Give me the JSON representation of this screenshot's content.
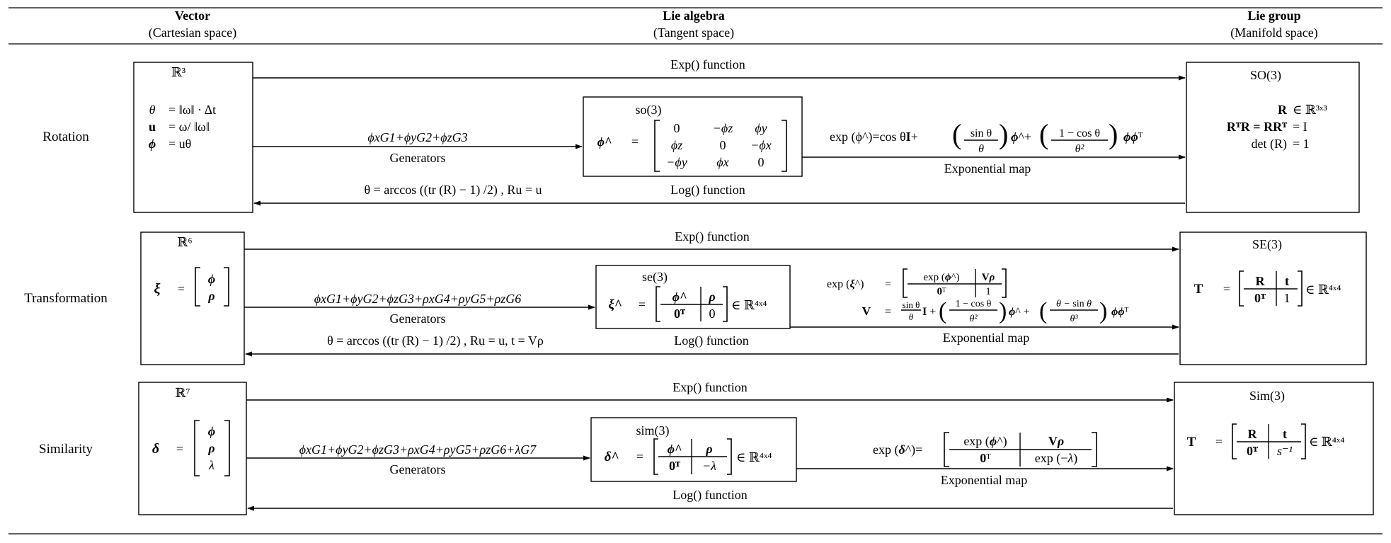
{
  "header": {
    "vector": {
      "title": "Vector",
      "subtitle": "(Cartesian space)"
    },
    "algebra": {
      "title": "Lie algebra",
      "subtitle": "(Tangent space)"
    },
    "group": {
      "title": "Lie group",
      "subtitle": "(Manifold space)"
    }
  },
  "rows": {
    "rotation": {
      "label": "Rotation",
      "vector_space": "ℝ³",
      "vector_lines": [
        {
          "lhs": "θ",
          "rhs": "= ‖ω‖ · Δt"
        },
        {
          "lhs": "u",
          "rhs": "= ω/ ‖ω‖"
        },
        {
          "lhs": "ϕ",
          "rhs": "= uθ"
        }
      ],
      "algebra_name": "so(3)",
      "algebra_lhs": "ϕ^",
      "algebra_eq": "=",
      "algebra_matrix": [
        [
          "0",
          "−ϕz",
          "ϕy"
        ],
        [
          "ϕz",
          "0",
          "−ϕx"
        ],
        [
          "−ϕy",
          "ϕx",
          "0"
        ]
      ],
      "group_name": "SO(3)",
      "group_lines": [
        {
          "lhs": "R",
          "rhs": "∈ ℝ³ˣ³"
        },
        {
          "lhs": "RᵀR = RRᵀ",
          "rhs": "= I"
        },
        {
          "lhs": "det (R)",
          "rhs": "= 1"
        }
      ],
      "exp_label": "Exp() function",
      "generators_formula": "ϕxG1+ϕyG2+ϕzG3",
      "generators_label": "Generators",
      "expmap_formula": "exp (ϕ^)=cos θI+(sin θ / θ) ϕ^+((1 − cos θ) / θ²) ϕϕᵀ",
      "expmap_label": "Exponential map",
      "log_formula": "θ = arccos ((tr (R) − 1) /2) ,  Ru = u",
      "log_label": "Log() function"
    },
    "transformation": {
      "label": "Transformation",
      "vector_space": "ℝ⁶",
      "vector_lhs": "ξ",
      "vector_eq": "=",
      "vector_entries": [
        "ϕ",
        "ρ"
      ],
      "algebra_name": "se(3)",
      "algebra_lhs": "ξ^",
      "algebra_eq": "=",
      "algebra_matrix": [
        [
          "ϕ^",
          "ρ"
        ],
        [
          "0ᵀ",
          "0"
        ]
      ],
      "algebra_set": "∈ ℝ⁴ˣ⁴",
      "group_name": "SE(3)",
      "group_lhs": "T",
      "group_eq": "=",
      "group_matrix": [
        [
          "R",
          "t"
        ],
        [
          "0ᵀ",
          "1"
        ]
      ],
      "group_set": "∈ ℝ⁴ˣ⁴",
      "exp_label": "Exp() function",
      "generators_formula": "ϕxG1+ϕyG2+ϕzG3+ρxG4+ρyG5+ρzG6",
      "generators_label": "Generators",
      "expmap_formula": "exp (ξ^) = [ exp (ϕ^) | Vρ ; 0ᵀ | 1 ]",
      "v_formula": "V = (sin θ / θ) I + ((1 − cos θ) / θ²) ϕ^ + ((θ − sin θ) / θ³) ϕϕᵀ",
      "expmap_label": "Exponential map",
      "log_formula": "θ = arccos ((tr (R) − 1) /2) ,  Ru = u,  t = Vρ",
      "log_label": "Log() function"
    },
    "similarity": {
      "label": "Similarity",
      "vector_space": "ℝ⁷",
      "vector_lhs": "δ",
      "vector_eq": "=",
      "vector_entries": [
        "ϕ",
        "ρ",
        "λ"
      ],
      "algebra_name": "sim(3)",
      "algebra_lhs": "δ^",
      "algebra_eq": "=",
      "algebra_matrix": [
        [
          "ϕ^",
          "ρ"
        ],
        [
          "0ᵀ",
          "−λ"
        ]
      ],
      "algebra_set": "∈ ℝ⁴ˣ⁴",
      "group_name": "Sim(3)",
      "group_lhs": "T",
      "group_eq": "=",
      "group_matrix": [
        [
          "R",
          "t"
        ],
        [
          "0ᵀ",
          "s⁻¹"
        ]
      ],
      "group_set": "∈ ℝ⁴ˣ⁴",
      "exp_label": "Exp() function",
      "generators_formula": "ϕxG1+ϕyG2+ϕzG3+ρxG4+ρyG5+ρzG6+λG7",
      "generators_label": "Generators",
      "expmap_formula": "exp (δ^) = [ exp (ϕ^) | Vρ ; 0ᵀ | exp (−λ) ]",
      "expmap_label": "Exponential map",
      "log_label": "Log() function"
    }
  }
}
